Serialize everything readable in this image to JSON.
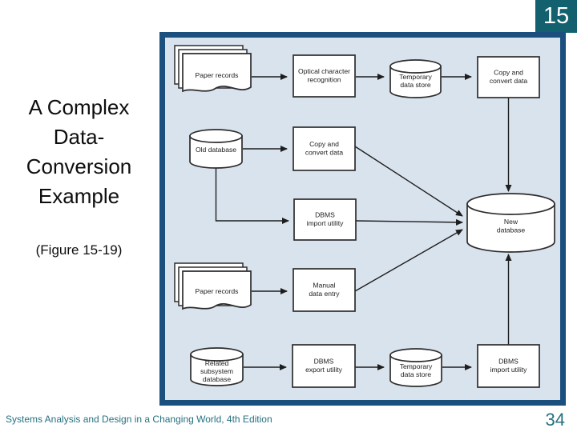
{
  "chapter_number": "15",
  "title": {
    "lines": [
      "A Complex",
      "Data-",
      "Conversion",
      "Example"
    ]
  },
  "caption": "(Figure 15-19)",
  "footer": {
    "text": "Systems Analysis and Design in a Changing World, 4th Edition",
    "page": "34"
  },
  "colors": {
    "chapter_tab": "#13616f",
    "footer_text": "#267080",
    "diagram_border": "#1b4f7e",
    "diagram_background": "#d9e3ee",
    "shape_fill": "#ffffff",
    "shape_stroke": "#2d2d2d"
  },
  "diagram": {
    "nodes": {
      "paper_records_top": {
        "type": "document",
        "label": "Paper records"
      },
      "ocr": {
        "type": "process",
        "lines": [
          "Optical character",
          "recognition"
        ]
      },
      "temp_store_top": {
        "type": "data-store",
        "lines": [
          "Temporary",
          "data store"
        ]
      },
      "copy_convert_top": {
        "type": "process",
        "lines": [
          "Copy and",
          "convert data"
        ]
      },
      "old_database": {
        "type": "data-store",
        "label": "Old database"
      },
      "copy_convert_mid": {
        "type": "process",
        "lines": [
          "Copy and",
          "convert data"
        ]
      },
      "dbms_import_mid": {
        "type": "process",
        "lines": [
          "DBMS",
          "import utility"
        ]
      },
      "new_database": {
        "type": "data-store",
        "lines": [
          "New",
          "database"
        ]
      },
      "paper_records_bottom": {
        "type": "document",
        "label": "Paper records"
      },
      "manual_data_entry": {
        "type": "process",
        "lines": [
          "Manual",
          "data entry"
        ]
      },
      "related_subsystem_database": {
        "type": "data-store",
        "lines": [
          "Related",
          "subsystem",
          "database"
        ]
      },
      "dbms_export_utility": {
        "type": "process",
        "lines": [
          "DBMS",
          "export utility"
        ]
      },
      "temp_store_bottom": {
        "type": "data-store",
        "lines": [
          "Temporary",
          "data store"
        ]
      },
      "dbms_import_bottom": {
        "type": "process",
        "lines": [
          "DBMS",
          "import utility"
        ]
      }
    },
    "edges": [
      {
        "from": "paper_records_top",
        "to": "ocr"
      },
      {
        "from": "ocr",
        "to": "temp_store_top"
      },
      {
        "from": "temp_store_top",
        "to": "copy_convert_top"
      },
      {
        "from": "copy_convert_top",
        "to": "new_database"
      },
      {
        "from": "old_database",
        "to": "copy_convert_mid"
      },
      {
        "from": "old_database",
        "to": "dbms_import_mid"
      },
      {
        "from": "copy_convert_mid",
        "to": "new_database"
      },
      {
        "from": "dbms_import_mid",
        "to": "new_database"
      },
      {
        "from": "paper_records_bottom",
        "to": "manual_data_entry"
      },
      {
        "from": "manual_data_entry",
        "to": "new_database"
      },
      {
        "from": "related_subsystem_database",
        "to": "dbms_export_utility"
      },
      {
        "from": "dbms_export_utility",
        "to": "temp_store_bottom"
      },
      {
        "from": "temp_store_bottom",
        "to": "dbms_import_bottom"
      },
      {
        "from": "dbms_import_bottom",
        "to": "new_database"
      }
    ]
  }
}
